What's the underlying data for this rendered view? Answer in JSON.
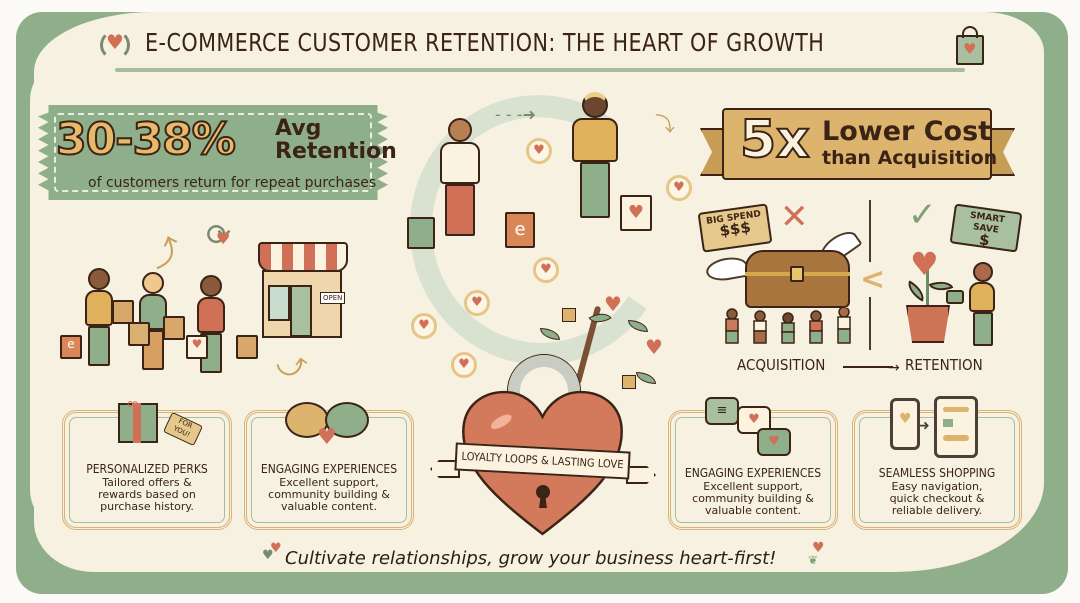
{
  "header": {
    "title": "E-COMMERCE CUSTOMER RETENTION: THE HEART OF GROWTH",
    "left_icon": "heart-cycle-icon",
    "right_icon": "shopping-bag-heart-icon"
  },
  "stat_retention": {
    "value": "30-38%",
    "label_line1": "Avg",
    "label_line2": "Retention",
    "subtitle": "of customers return for repeat purchases"
  },
  "stat_cost": {
    "value": "5x",
    "label_line1": "Lower Cost",
    "label_line2": "than Acquisition"
  },
  "comparison": {
    "left_tag_line1": "BIG SPEND",
    "left_tag_line2": "$$$",
    "right_tag_line1": "SMART SAVE",
    "right_tag_line2": "$",
    "left_mark": "✕",
    "right_mark": "✓",
    "comparator": "<",
    "left_label": "ACQUISITION",
    "right_label": "RETENTION",
    "arrow": "→"
  },
  "left_scene": {
    "shop_sign": "OPEN",
    "cycle_icon": "⟳"
  },
  "center": {
    "ribbon_text": "LOYALTY LOOPS & LASTING LOVE",
    "heart_glyph": "♥"
  },
  "cards": [
    {
      "title": "PERSONALIZED PERKS",
      "desc_lines": [
        "Tailored offers &",
        "rewards based on",
        "purchase history."
      ],
      "icon": "gift-icon",
      "tag": "FOR YOU!"
    },
    {
      "title": "ENGAGING EXPERIENCES",
      "desc_lines": [
        "Excellent support,",
        "community building &",
        "valuable content."
      ],
      "icon": "chat-bubbles-heart-icon"
    },
    {
      "title": "ENGAGING EXPERIENCES",
      "desc_lines": [
        "Excellent support,",
        "community building &",
        "valuable content."
      ],
      "icon": "message-hearts-icon"
    },
    {
      "title": "SEAMLESS SHOPPING",
      "desc_lines": [
        "Easy navigation,",
        "quick checkout &",
        "reliable delivery."
      ],
      "icon": "phone-to-tablet-icon"
    }
  ],
  "footer": {
    "tagline": "Cultivate relationships, grow your business heart-first!"
  },
  "colors": {
    "sage": "#8fae8a",
    "cream": "#f7f1e1",
    "terracotta": "#d07056",
    "mustard": "#dcb46e",
    "ink": "#3b2416"
  }
}
